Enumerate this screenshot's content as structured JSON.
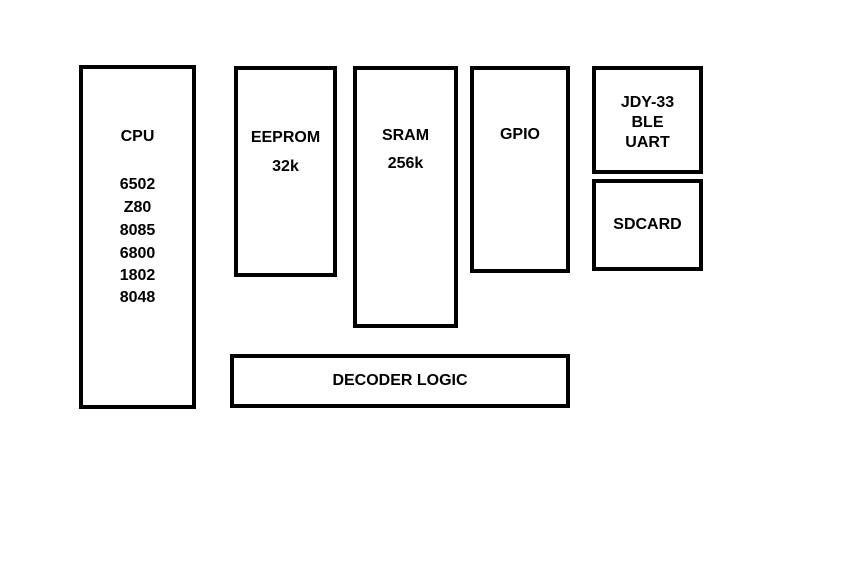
{
  "diagram": {
    "cpu": {
      "title": "CPU",
      "variants": [
        "6502",
        "Z80",
        "8085",
        "6800",
        "1802",
        "8048"
      ]
    },
    "eeprom": {
      "title": "EEPROM",
      "size": "32k"
    },
    "sram": {
      "title": "SRAM",
      "size": "256k"
    },
    "gpio": {
      "title": "GPIO"
    },
    "ble_uart": {
      "lines": [
        "JDY-33",
        "BLE",
        "UART"
      ]
    },
    "sdcard": {
      "title": "SDCARD"
    },
    "decoder": {
      "title": "DECODER LOGIC"
    }
  }
}
